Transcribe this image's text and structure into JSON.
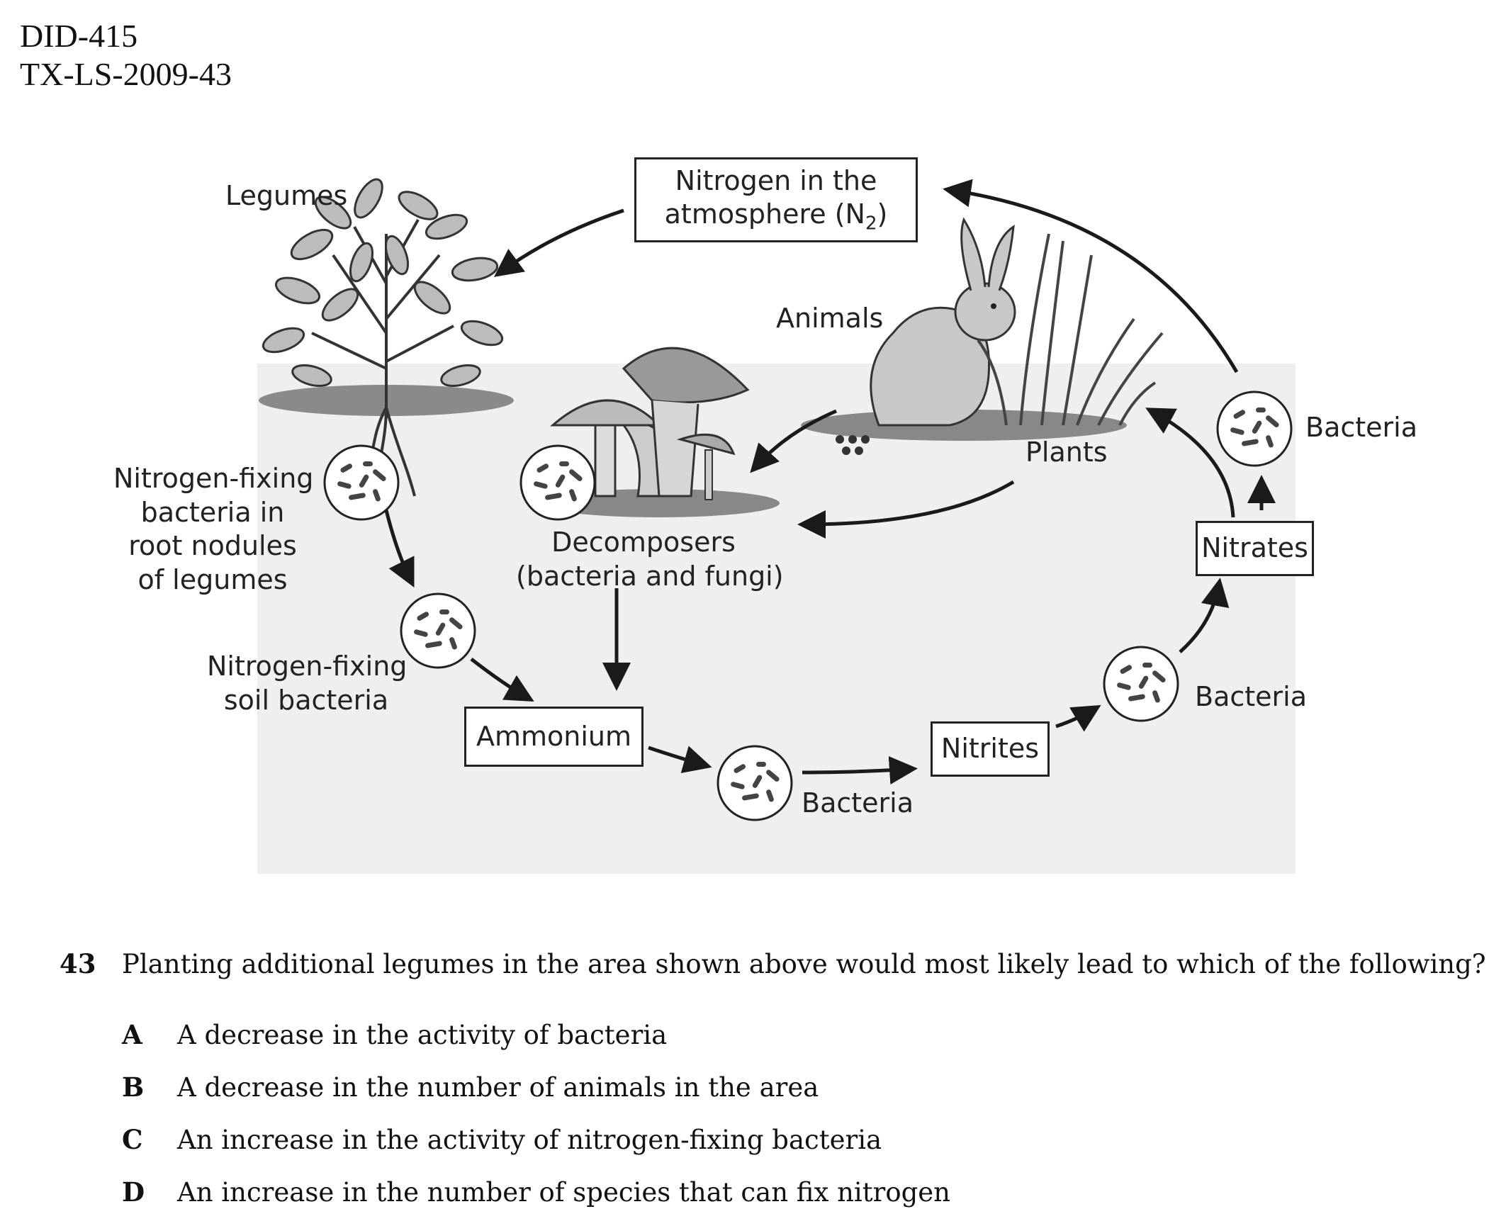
{
  "header": {
    "doc_id": "DID-415",
    "item_code": "TX-LS-2009-43"
  },
  "diagram": {
    "labels": {
      "legumes": "Legumes",
      "animals": "Animals",
      "plants": "Plants",
      "bacteria_right_top": "Bacteria",
      "bacteria_right_mid": "Bacteria",
      "bacteria_bottom": "Bacteria",
      "decomposers_line1": "Decomposers",
      "decomposers_line2": "(bacteria and fungi)",
      "root_nodules_line1": "Nitrogen-fixing",
      "root_nodules_line2": "bacteria in",
      "root_nodules_line3": "root nodules",
      "root_nodules_line4": "of legumes",
      "soil_bacteria_line1": "Nitrogen-fixing",
      "soil_bacteria_line2": "soil bacteria"
    },
    "boxes": {
      "atmosphere_line1": "Nitrogen in the",
      "atmosphere_line2": "atmosphere (N",
      "atmosphere_sub": "2",
      "atmosphere_close": ")",
      "ammonium": "Ammonium",
      "nitrites": "Nitrites",
      "nitrates": "Nitrates"
    }
  },
  "question": {
    "number": "43",
    "text": "Planting additional legumes in the area shown above would most likely lead to which of the following?",
    "choices": [
      {
        "letter": "A",
        "text": "A decrease in the activity of bacteria"
      },
      {
        "letter": "B",
        "text": "A decrease in the number of animals in the area"
      },
      {
        "letter": "C",
        "text": "An increase in the activity of nitrogen-fixing bacteria"
      },
      {
        "letter": "D",
        "text": "An increase in the number of species that can fix nitrogen"
      }
    ]
  }
}
